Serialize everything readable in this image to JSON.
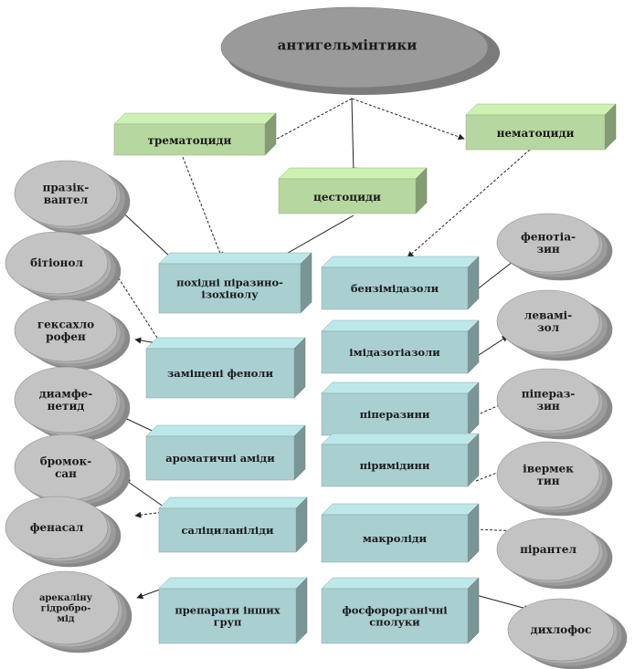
{
  "root": {
    "label": "антигельмінтики"
  },
  "groups": {
    "trematocides": {
      "label": "трематоциди"
    },
    "cestocides": {
      "label": "цестоциди"
    },
    "nematocides": {
      "label": "нематоциди"
    }
  },
  "classes": {
    "praziquantel_derivatives": {
      "lines": [
        "похідні піразино-",
        "ізохінолу"
      ]
    },
    "substituted_phenols": {
      "lines": [
        "заміщені феноли"
      ]
    },
    "aromatic_amides": {
      "lines": [
        "ароматичні аміди"
      ]
    },
    "salicylanilides": {
      "lines": [
        "саліциланіліди"
      ]
    },
    "other_groups": {
      "lines": [
        "препарати інших",
        "груп"
      ]
    },
    "benzimidazoles": {
      "lines": [
        "бензімідазоли"
      ]
    },
    "imidazothiazoles": {
      "lines": [
        "імідазотіазоли"
      ]
    },
    "piperazines": {
      "lines": [
        "піперазини"
      ]
    },
    "pyrimidines": {
      "lines": [
        "піримідини"
      ]
    },
    "macrolides": {
      "lines": [
        "макроліди"
      ]
    },
    "organophosphates": {
      "lines": [
        "фосфорорганічні",
        "сполуки"
      ]
    }
  },
  "drugs": {
    "praziquantel": {
      "lines": [
        "празік-",
        "вантел"
      ]
    },
    "bithionol": {
      "lines": [
        "бітіонол"
      ]
    },
    "hexachlorophene": {
      "lines": [
        "гексахло",
        "рофен"
      ]
    },
    "diamphenetide": {
      "lines": [
        "диамфе-",
        "нетид"
      ]
    },
    "bromoxan": {
      "lines": [
        "бромок-",
        "сан"
      ]
    },
    "fenasal": {
      "lines": [
        "фенасал"
      ]
    },
    "arecoline": {
      "lines": [
        "арекаліну",
        "гідробро-",
        "мід"
      ]
    },
    "phenothiazine": {
      "lines": [
        "фенотіа-",
        "зин"
      ]
    },
    "levamisole": {
      "lines": [
        "левамі-",
        "зол"
      ]
    },
    "piperazine": {
      "lines": [
        "піпераз-",
        "зин"
      ]
    },
    "ivermectin": {
      "lines": [
        "івермек",
        "тин"
      ]
    },
    "pyrantel": {
      "lines": [
        "пірантел"
      ]
    },
    "dichlorvos": {
      "lines": [
        "дихлофос"
      ]
    }
  },
  "colors": {
    "root_ellipse": "#9a9a9a",
    "group_box": "#b7d7a0",
    "class_box": "#a9cfd1",
    "drug_ellipse": "#c3c3c3"
  }
}
